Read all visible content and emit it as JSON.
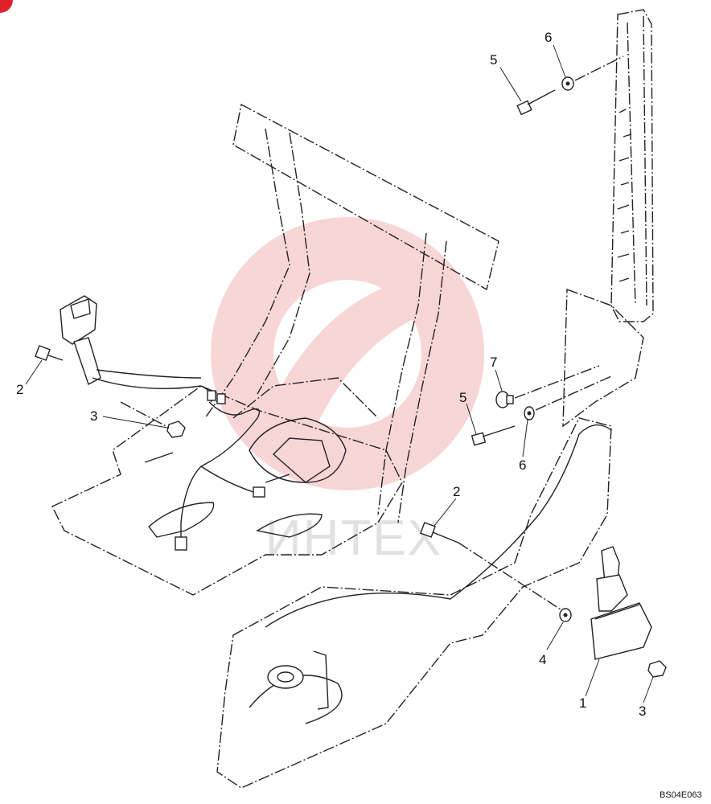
{
  "diagram": {
    "drawing_code": "BS04E063",
    "watermark": {
      "text": "ИНТЕХ",
      "color": "#f4b6b6"
    },
    "accent_color": "#e0202a",
    "callouts": [
      {
        "id": "c-5-top",
        "label": "5"
      },
      {
        "id": "c-6-top",
        "label": "6"
      },
      {
        "id": "c-2-left",
        "label": "2"
      },
      {
        "id": "c-3-left",
        "label": "3"
      },
      {
        "id": "c-7",
        "label": "7"
      },
      {
        "id": "c-5-mid",
        "label": "5"
      },
      {
        "id": "c-6-mid",
        "label": "6"
      },
      {
        "id": "c-2-mid",
        "label": "2"
      },
      {
        "id": "c-4",
        "label": "4"
      },
      {
        "id": "c-1",
        "label": "1"
      },
      {
        "id": "c-3-right",
        "label": "3"
      }
    ]
  }
}
